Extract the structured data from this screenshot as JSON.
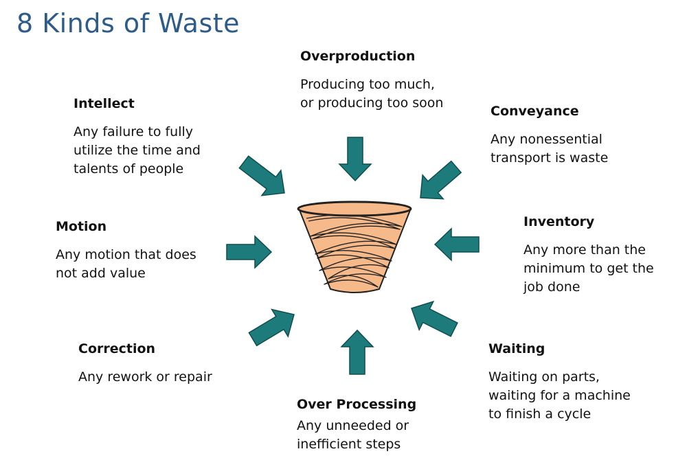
{
  "title": "8 Kinds of Waste",
  "colors": {
    "title": "#2e5c8a",
    "arrow_fill": "#1e7b7b",
    "arrow_stroke": "#0f4e4e",
    "basket_fill": "#f6b98a",
    "basket_stroke": "#222222"
  },
  "wastes": [
    {
      "id": "overproduction",
      "name": "Overproduction",
      "description": "Producing too much,\nor producing too soon"
    },
    {
      "id": "conveyance",
      "name": "Conveyance",
      "description": "Any nonessential\ntransport is waste"
    },
    {
      "id": "inventory",
      "name": "Inventory",
      "description": "Any more than the\nminimum to get the\njob done"
    },
    {
      "id": "waiting",
      "name": "Waiting",
      "description": "Waiting on parts,\nwaiting for a machine\nto finish a cycle"
    },
    {
      "id": "over-processing",
      "name": "Over Processing",
      "description": "Any unneeded or\ninefficient steps"
    },
    {
      "id": "correction",
      "name": "Correction",
      "description": "Any rework or repair"
    },
    {
      "id": "motion",
      "name": "Motion",
      "description": "Any motion that does\nnot add value"
    },
    {
      "id": "intellect",
      "name": "Intellect",
      "description": "Any failure to fully\nutilize the time and\ntalents of people"
    }
  ]
}
